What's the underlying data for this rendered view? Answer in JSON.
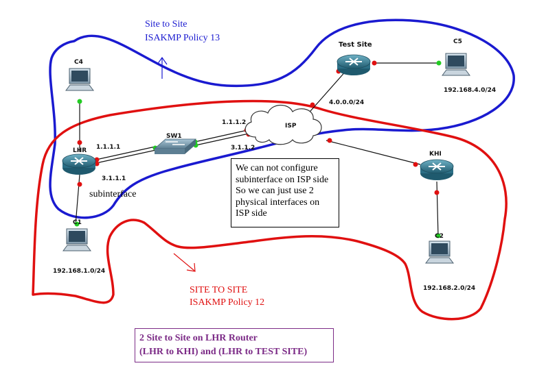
{
  "blue_site": {
    "line1": "Site to Site",
    "line2": "ISAKMP Policy 13"
  },
  "red_site": {
    "line1": "SITE TO SITE",
    "line2": "ISAKMP Policy 12"
  },
  "devices": {
    "lhr": "LHR",
    "sw1": "SW1",
    "isp": "ISP",
    "khi": "KHI",
    "test_site": "Test Site",
    "c1": "C1",
    "c2": "C2",
    "c4": "C4",
    "c5": "C5"
  },
  "addresses": {
    "lhr_upper": "1.1.1.1",
    "lhr_lower": "3.1.1.1",
    "isp_left_upper": "1.1.1.2",
    "isp_left_lower": "3.1.1.2",
    "test_link": "4.0.0.0/24",
    "c5_net": "192.168.4.0/24",
    "c1_net": "192.168.1.0/24",
    "c2_net": "192.168.2.0/24"
  },
  "subinterface_label": "subinterface",
  "note": {
    "lines": [
      "We can not configure",
      "subinterface on ISP side",
      "So we can just use 2",
      "physical interfaces on",
      "ISP side"
    ]
  },
  "summary": {
    "lines": [
      "2 Site to Site on LHR Router",
      "(LHR to KHI) and (LHR to TEST SITE)"
    ]
  },
  "colors": {
    "blue_loop": "#1a1ad0",
    "red_loop": "#e01010",
    "summary": "#7b2a86",
    "router": "#2c6f86"
  }
}
